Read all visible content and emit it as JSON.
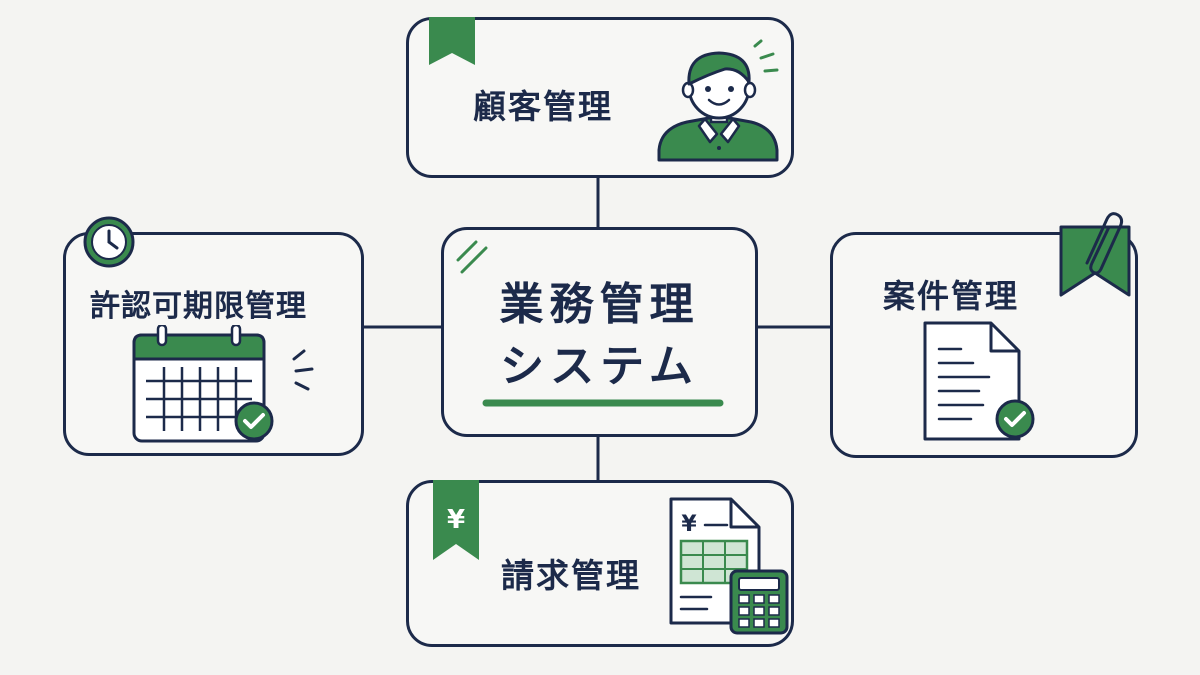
{
  "diagram": {
    "center": {
      "title_line1": "業務管理",
      "title_line2": "システム"
    },
    "nodes": {
      "customer": {
        "label": "顧客管理",
        "icon": "person-icon"
      },
      "license": {
        "label": "許認可期限管理",
        "icon": "calendar-check-icon"
      },
      "project": {
        "label": "案件管理",
        "icon": "document-check-icon"
      },
      "billing": {
        "label": "請求管理",
        "icon": "invoice-calculator-icon",
        "bookmark_symbol": "¥",
        "invoice_symbol": "¥"
      }
    },
    "colors": {
      "ink": "#1c2a4a",
      "accent": "#3a8a4e",
      "background": "#f4f4f2"
    }
  }
}
